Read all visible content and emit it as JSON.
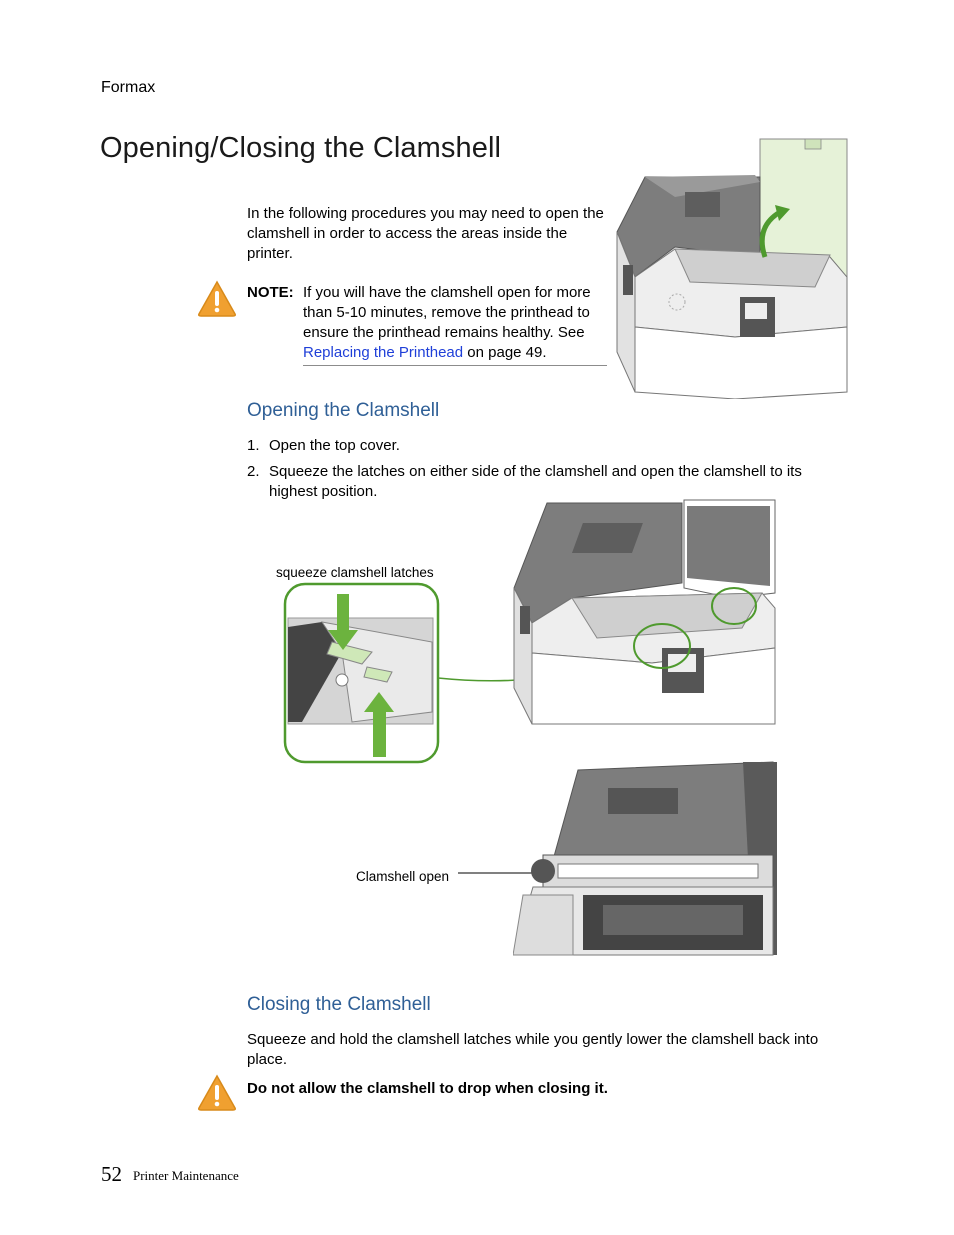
{
  "header": {
    "brand": "Formax"
  },
  "page_title": "Opening/Closing the Clamshell",
  "intro": "In the following procedures you may need to open the clamshell in order to access the areas inside the printer.",
  "note": {
    "label": "NOTE:",
    "text_before": "If you will have the clamshell open for more than 5-10 minutes, remove the printhead to ensure the printhead remains healthy. See ",
    "link": "Replacing the Printhead",
    "text_after": " on page 49."
  },
  "opening": {
    "heading": "Opening the Clamshell",
    "steps": [
      {
        "num": "1.",
        "text": "Open the top cover."
      },
      {
        "num": "2.",
        "text": "Squeeze the latches on either side of the clamshell and open the clamshell to its highest position."
      }
    ],
    "caption_latches": "squeeze clamshell latches",
    "caption_open": "Clamshell open"
  },
  "closing": {
    "heading": "Closing the Clamshell",
    "text": "Squeeze and hold the clamshell latches while you gently lower the clamshell back into place.",
    "warning": "Do not allow the clamshell to drop when closing it."
  },
  "footer": {
    "page_number": "52",
    "section": "Printer Maintenance"
  },
  "colors": {
    "heading": "#2f5f96",
    "link": "#1f3fd8",
    "warning": "#f0a030",
    "callout_green": "#4f9a2e"
  }
}
